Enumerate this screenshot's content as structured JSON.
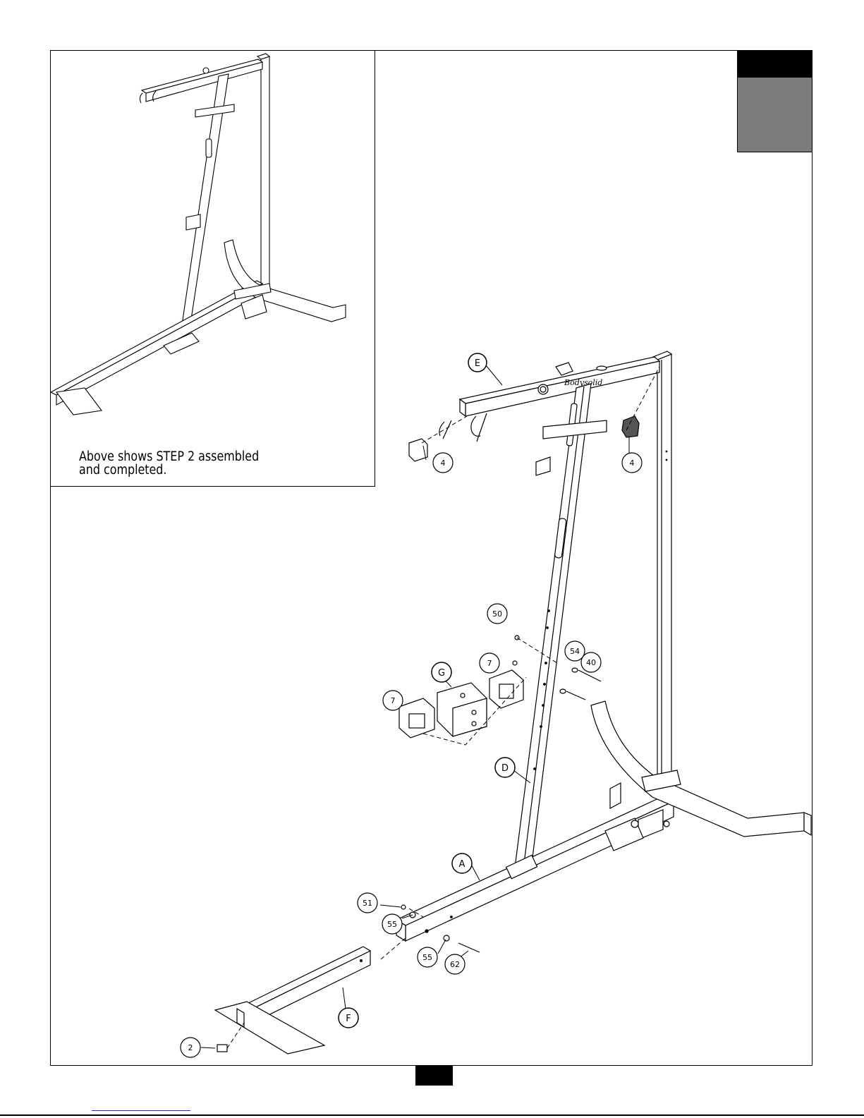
{
  "inset": {
    "caption_line1": "Above shows STEP 2 assembled",
    "caption_line2": "and completed."
  },
  "brand_script": "Bodysolid",
  "part_letters": [
    "E",
    "G",
    "D",
    "A",
    "F"
  ],
  "callouts": {
    "c4a": "4",
    "c4b": "4",
    "c50": "50",
    "c54": "54",
    "c40": "40",
    "c7a": "7",
    "c7b": "7",
    "c51": "51",
    "c55a": "55",
    "c55b": "55",
    "c62": "62",
    "c2": "2"
  },
  "colors": {
    "step_tab_top": "#000000",
    "step_tab_body": "#7c7c7c",
    "line": "#000000"
  }
}
